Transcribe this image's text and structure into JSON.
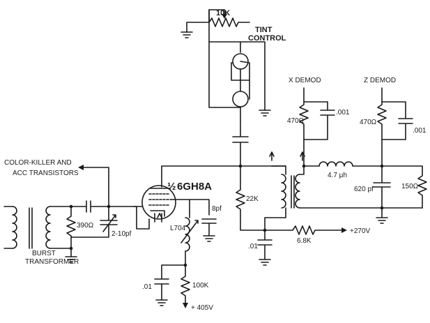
{
  "labels": {
    "r_tint": "10K",
    "tint_1": "TINT",
    "tint_2": "CONTROL",
    "x_demod": "X DEMOD",
    "z_demod": "Z DEMOD",
    "r_x": "470Ω",
    "c_x": ".001",
    "r_z": "470Ω",
    "c_z": ".001",
    "ck_1": "COLOR-KILLER AND",
    "ck_2": "ACC TRANSISTORS",
    "tube_frac": "½",
    "tube": "6GH8A",
    "l_47": "4.7 μh",
    "c_620": "620 pf",
    "r_150": "150Ω",
    "r_22k": "22K",
    "c_8pf": "8pf",
    "r_390": "390Ω",
    "c_trim": "2-10pf",
    "l704": "L704",
    "burst_1": "BURST",
    "burst_2": "TRANSFORMER",
    "c_01a": ".01",
    "r_68k": "6.8K",
    "v_270": "+270V",
    "c_01b": ".01",
    "r_100k": "100K",
    "v_405": "+ 405V"
  }
}
